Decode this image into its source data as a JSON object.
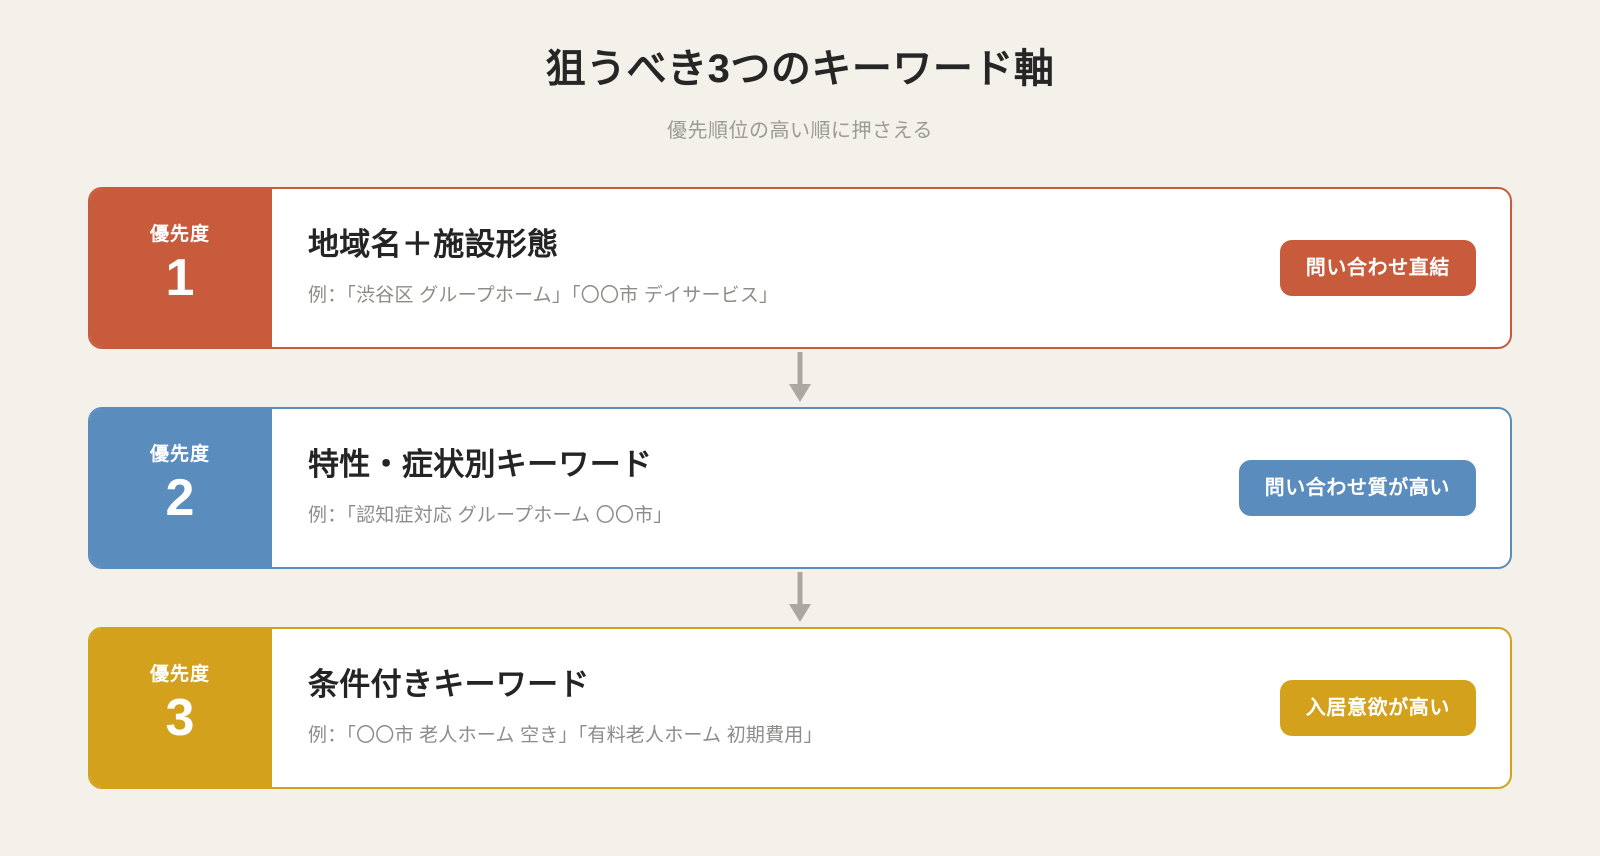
{
  "header": {
    "title": "狙うべき3つのキーワード軸",
    "subtitle": "優先順位の高い順に押さえる"
  },
  "colors": {
    "background": "#F4F0EA",
    "card_background": "#FFFFFF",
    "title_text": "#262626",
    "subtitle_text": "#9B9B96",
    "example_text": "#8C8C88",
    "arrow": "#ABA8A3",
    "accent_1": "#C75B3C",
    "accent_2": "#5B8CBE",
    "accent_3": "#D3A11C"
  },
  "cards": [
    {
      "priority_label": "優先度",
      "priority_number": "1",
      "title": "地域名＋施設形態",
      "example": "例：「渋谷区 グループホーム」「〇〇市 デイサービス」",
      "tag": "問い合わせ直結",
      "accent": "#C75B3C"
    },
    {
      "priority_label": "優先度",
      "priority_number": "2",
      "title": "特性・症状別キーワード",
      "example": "例：「認知症対応 グループホーム 〇〇市」",
      "tag": "問い合わせ質が高い",
      "accent": "#5B8CBE"
    },
    {
      "priority_label": "優先度",
      "priority_number": "3",
      "title": "条件付きキーワード",
      "example": "例：「〇〇市 老人ホーム 空き」「有料老人ホーム 初期費用」",
      "tag": "入居意欲が高い",
      "accent": "#D3A11C"
    }
  ],
  "connectors": [
    {
      "icon": "arrow-down-icon"
    },
    {
      "icon": "arrow-down-icon"
    }
  ]
}
